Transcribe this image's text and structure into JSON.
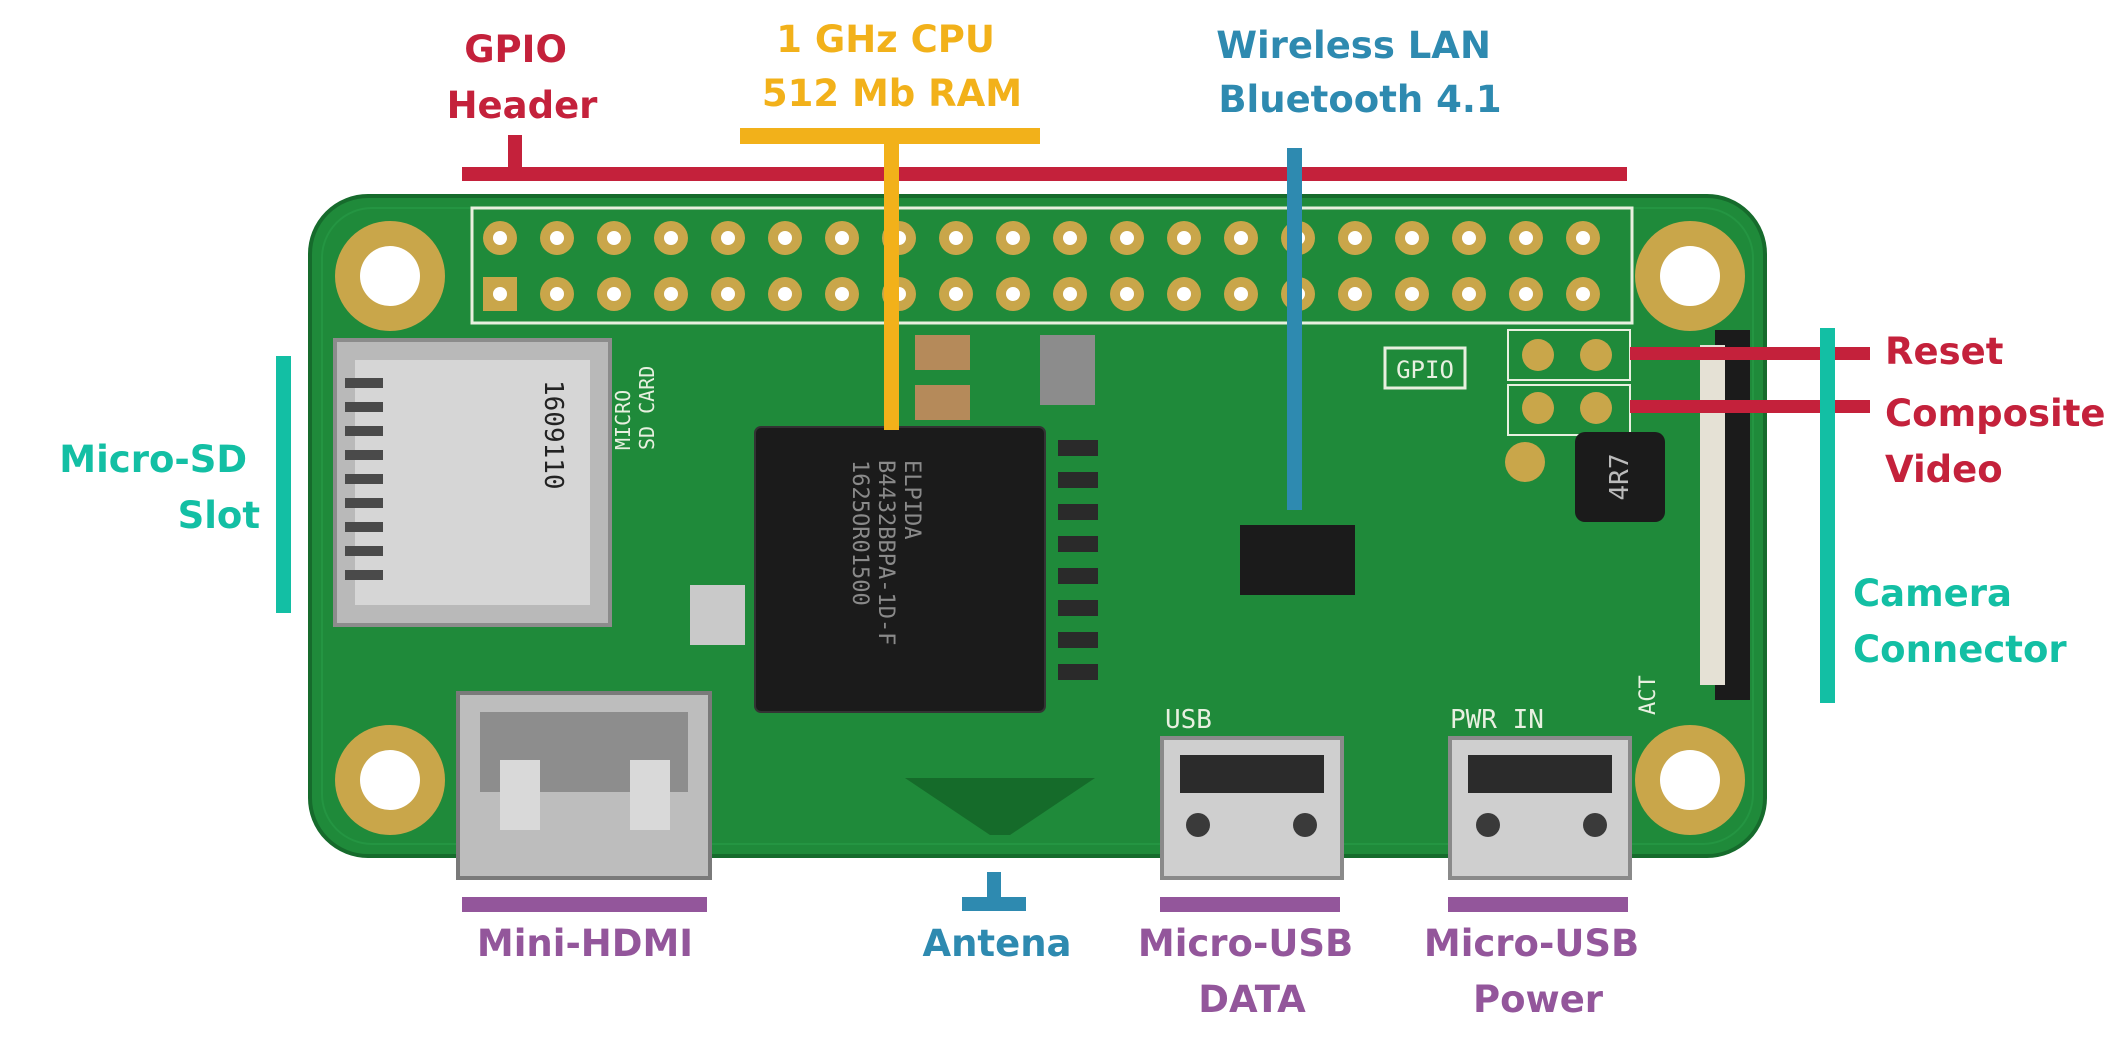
{
  "colors": {
    "gpio": "#c4213b",
    "cpu": "#f2b11a",
    "wireless": "#2e8ab0",
    "sd": "#13bfa4",
    "camera": "#13bfa4",
    "hdmi": "#93569b",
    "antenna": "#2e8ab0",
    "usb": "#93569b",
    "pcb": "#1f8a3a",
    "pad": "#c9a64a"
  },
  "callouts": {
    "gpio_header": [
      "GPIO",
      "Header"
    ],
    "cpu": [
      "1 GHz CPU",
      "512 Mb RAM"
    ],
    "wireless": [
      "Wireless LAN",
      "Bluetooth 4.1"
    ],
    "micro_sd": [
      "Micro-SD",
      "Slot"
    ],
    "reset": "Reset",
    "composite": [
      "Composite",
      "Video"
    ],
    "camera": [
      "Camera",
      "Connector"
    ],
    "mini_hdmi": "Mini-HDMI",
    "antenna": "Antena",
    "usb_data": [
      "Micro-USB",
      "DATA"
    ],
    "usb_power": [
      "Micro-USB",
      "Power"
    ]
  },
  "board_silkscreen": {
    "gpio": "GPIO",
    "sd_card": [
      "MICRO",
      "SD CARD"
    ],
    "usb": "USB",
    "pwr_in": "PWR IN",
    "act": "ACT",
    "inductor": "4R7",
    "chip_brand": "ELPIDA",
    "chip_part": "B4432BBPA-1D-F",
    "chip_lot": "1625OR01500",
    "sd_code": "1609110"
  }
}
